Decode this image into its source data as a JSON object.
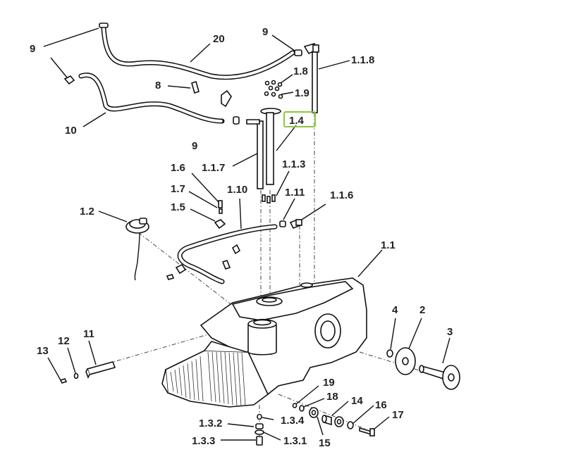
{
  "highlight_color": "#8dc63f",
  "labels": {
    "l_20": "20",
    "l_9a": "9",
    "l_9b": "9",
    "l_9c": "9",
    "l_10": "10",
    "l_8": "8",
    "l_1_8": "1.8",
    "l_1_9": "1.9",
    "l_1_1_8": "1.1.8",
    "l_1_4": "1.4",
    "l_1_1_7": "1.1.7",
    "l_1_1_3": "1.1.3",
    "l_1_6": "1.6",
    "l_1_7": "1.7",
    "l_1_5": "1.5",
    "l_1_10": "1.10",
    "l_1_11": "1.11",
    "l_1_1_6": "1.1.6",
    "l_1_2": "1.2",
    "l_1_1": "1.1",
    "l_4": "4",
    "l_2": "2",
    "l_3": "3",
    "l_13": "13",
    "l_12": "12",
    "l_11": "11",
    "l_19": "19",
    "l_18": "18",
    "l_14": "14",
    "l_16": "16",
    "l_17": "17",
    "l_15": "15",
    "l_1_3_2": "1.3.2",
    "l_1_3_4": "1.3.4",
    "l_1_3_3": "1.3.3",
    "l_1_3_1": "1.3.1"
  }
}
